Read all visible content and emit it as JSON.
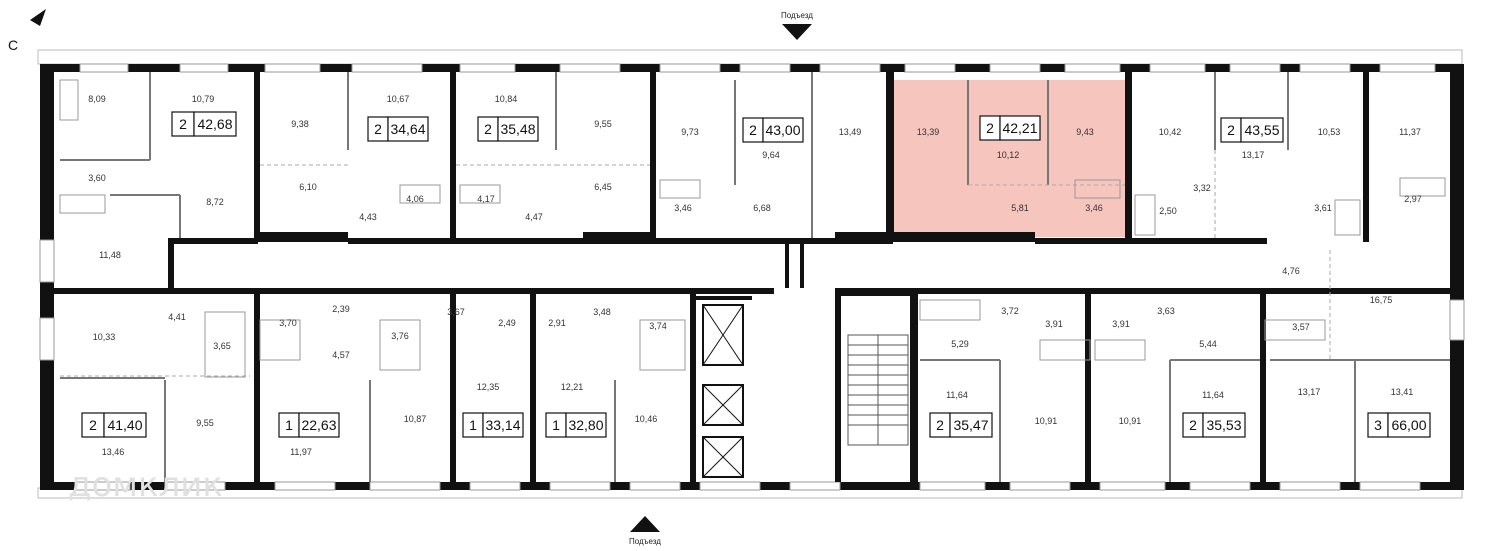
{
  "compass": {
    "label": "С"
  },
  "entrances": {
    "top": "Подъезд",
    "bottom": "Подъезд"
  },
  "watermark": "домклик",
  "colors": {
    "highlight": "#f6c5bd",
    "walls": "#111111"
  },
  "apartments": [
    {
      "rooms": "2",
      "area": "42,68",
      "highlighted": false
    },
    {
      "rooms": "2",
      "area": "34,64",
      "highlighted": false
    },
    {
      "rooms": "2",
      "area": "35,48",
      "highlighted": false
    },
    {
      "rooms": "2",
      "area": "43,00",
      "highlighted": false
    },
    {
      "rooms": "2",
      "area": "42,21",
      "highlighted": true
    },
    {
      "rooms": "2",
      "area": "43,55",
      "highlighted": false
    },
    {
      "rooms": "2",
      "area": "41,40",
      "highlighted": false
    },
    {
      "rooms": "1",
      "area": "22,63",
      "highlighted": false
    },
    {
      "rooms": "1",
      "area": "33,14",
      "highlighted": false
    },
    {
      "rooms": "1",
      "area": "32,80",
      "highlighted": false
    },
    {
      "rooms": "2",
      "area": "35,47",
      "highlighted": false
    },
    {
      "rooms": "2",
      "area": "35,53",
      "highlighted": false
    },
    {
      "rooms": "3",
      "area": "66,00",
      "highlighted": false
    }
  ],
  "room_areas": [
    "8,09",
    "10,79",
    "3,60",
    "8,72",
    "11,48",
    "9,38",
    "10,67",
    "6,10",
    "4,43",
    "4,06",
    "10,84",
    "9,55",
    "4,17",
    "4,47",
    "6,45",
    "9,73",
    "9,64",
    "13,49",
    "3,46",
    "6,68",
    "13,39",
    "10,12",
    "9,43",
    "5,81",
    "3,46",
    "10,42",
    "13,17",
    "10,53",
    "11,37",
    "3,32",
    "2,50",
    "3,61",
    "2,97",
    "4,76",
    "16,75",
    "3,57",
    "13,17",
    "13,41",
    "10,33",
    "4,41",
    "3,65",
    "9,55",
    "13,46",
    "3,70",
    "2,39",
    "4,57",
    "11,97",
    "3,76",
    "3,67",
    "2,49",
    "10,87",
    "12,35",
    "2,91",
    "3,48",
    "3,74",
    "12,21",
    "10,46",
    "3,72",
    "5,29",
    "11,64",
    "3,91",
    "10,91",
    "3,91",
    "3,63",
    "5,44",
    "10,91",
    "11,64"
  ]
}
